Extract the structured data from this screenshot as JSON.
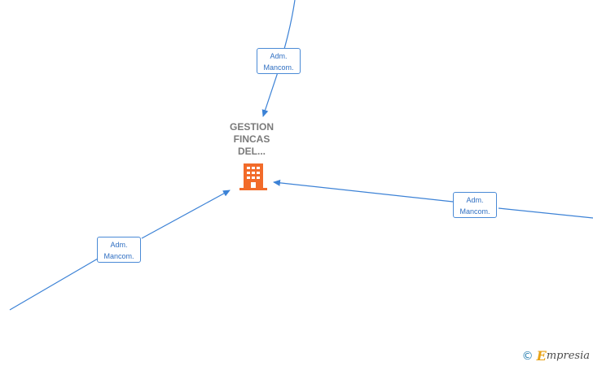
{
  "colors": {
    "edge": "#3c82d6",
    "label_border": "#4a8ad6",
    "label_text": "#2f6fc2",
    "node_title": "#7a7a7a",
    "building": "#f26b2a",
    "footer_accent": "#e8a317"
  },
  "center_node": {
    "title_lines": [
      "GESTION",
      "FINCAS",
      "DEL..."
    ],
    "icon": "building-icon"
  },
  "edges": [
    {
      "relation_lines": [
        "Adm.",
        "Mancom."
      ]
    },
    {
      "relation_lines": [
        "Adm.",
        "Mancom."
      ]
    },
    {
      "relation_lines": [
        "Adm.",
        "Mancom."
      ]
    }
  ],
  "footer": {
    "copyright_symbol": "©",
    "brand_first_letter": "E",
    "brand_rest": "mpresia"
  }
}
